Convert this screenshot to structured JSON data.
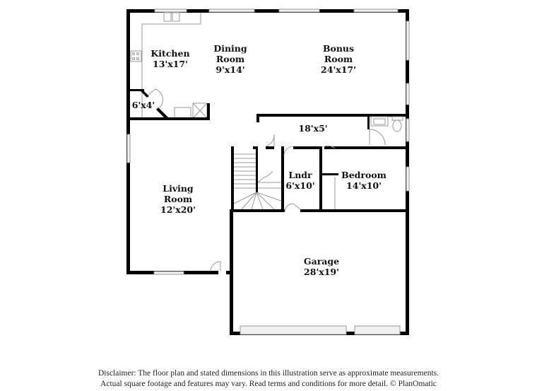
{
  "floor_plan": {
    "rooms": [
      {
        "id": "kitchen",
        "name": "Kitchen",
        "dims": "13'x17'"
      },
      {
        "id": "dining",
        "name_line1": "Dining",
        "name_line2": "Room",
        "dims": "9'x14'"
      },
      {
        "id": "bonus",
        "name_line1": "Bonus",
        "name_line2": "Room",
        "dims": "24'x17'"
      },
      {
        "id": "pantry",
        "dims": "6'x4'"
      },
      {
        "id": "hallway",
        "dims": "18'x5'"
      },
      {
        "id": "laundry",
        "name": "Lndr",
        "dims": "6'x10'"
      },
      {
        "id": "bedroom",
        "name": "Bedroom",
        "dims": "14'x10'"
      },
      {
        "id": "living",
        "name_line1": "Living",
        "name_line2": "Room",
        "dims": "12'x20'"
      },
      {
        "id": "garage",
        "name": "Garage",
        "dims": "28'x19'"
      }
    ],
    "colors": {
      "wall": "#000000",
      "fixture": "#9a9a9a",
      "window_fill": "#f0f0f0"
    }
  },
  "disclaimer": {
    "line1": "Disclaimer: The floor plan and stated dimensions in this illustration serve as approximate measurements.",
    "line2": "Actual square footage and features may vary. Read terms and conditions for more detail. © PlanOmatic"
  }
}
